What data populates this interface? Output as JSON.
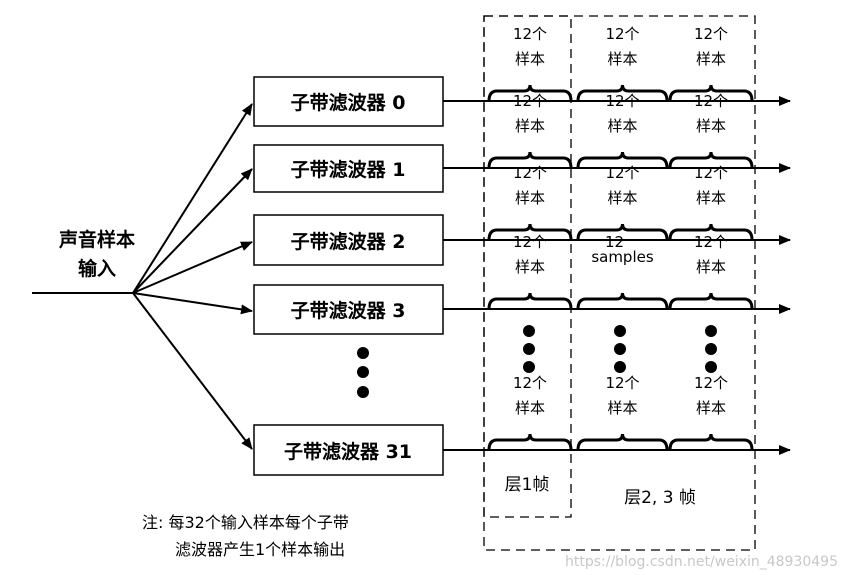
{
  "input": {
    "line1": "声音样本",
    "line2": "输入"
  },
  "filters": [
    "子带滤波器 0",
    "子带滤波器 1",
    "子带滤波器 2",
    "子带滤波器 3",
    "子带滤波器 31"
  ],
  "sample_group": {
    "count": "12个",
    "unit": "样本"
  },
  "english_group": {
    "count": "12",
    "unit": "samples"
  },
  "frame_labels": {
    "layer1": "层1帧",
    "layer23": "层2, 3  帧"
  },
  "note": {
    "line1": "注: 每32个输入样本每个子带",
    "line2": "滤波器产生1个样本输出"
  },
  "watermark": "https://blog.csdn.net/weixin_48930495"
}
